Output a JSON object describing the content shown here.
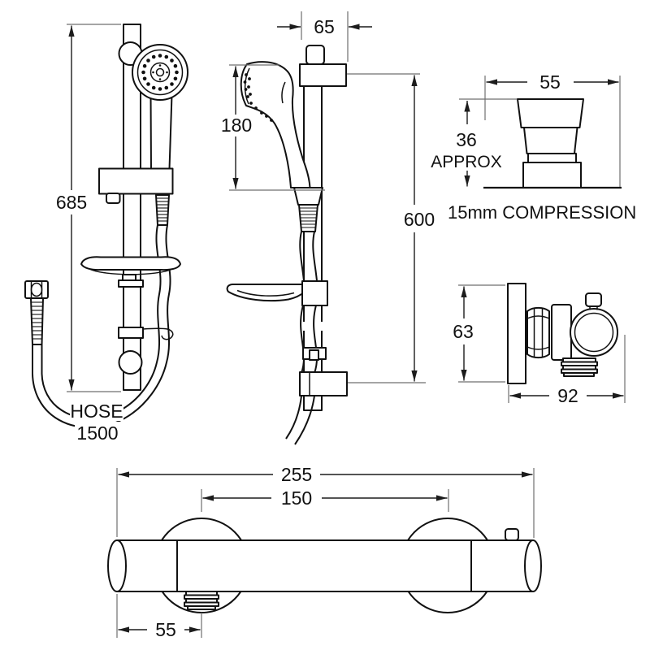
{
  "views": {
    "rail_front": {
      "rail_height": "685",
      "hose_word": "HOSE",
      "hose_length": "1500"
    },
    "rail_side": {
      "bracket_depth": "65",
      "handset_length": "180",
      "bar_length": "600"
    },
    "compression_fitting": {
      "width": "55",
      "height": "36",
      "approx": "APPROX",
      "caption": "15mm COMPRESSION"
    },
    "wall_elbow": {
      "height": "63",
      "width": "92"
    },
    "mixer_bar": {
      "overall_length": "255",
      "hole_centres": "150",
      "outlet_offset": "55"
    }
  }
}
